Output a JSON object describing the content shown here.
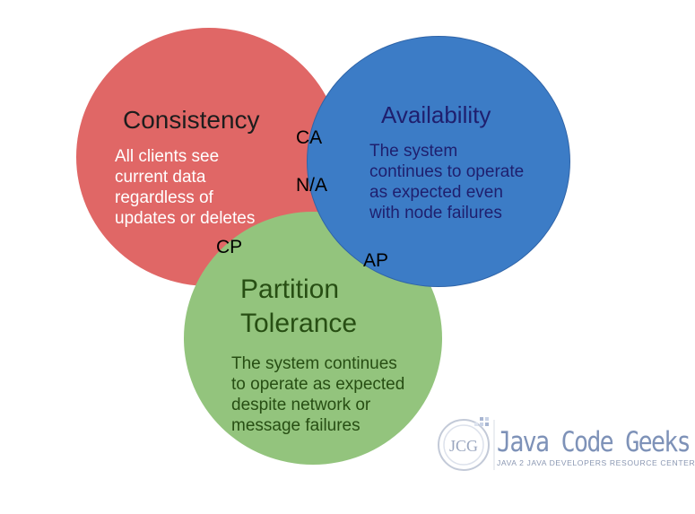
{
  "colors": {
    "consistency_fill": "#e06766",
    "availability_fill": "#3c7cc6",
    "partition_fill": "#93c47d",
    "consistency_text": "#1d1d1d",
    "availability_text": "#1f1f6e",
    "partition_text": "#274e13",
    "logo": "#7e92b8"
  },
  "circles": {
    "consistency": {
      "title": "Consistency",
      "lines": [
        "All clients see",
        "current data",
        "regardless of",
        "updates or deletes"
      ]
    },
    "availability": {
      "title": "Availability",
      "lines": [
        "The system",
        "continues to operate",
        "as expected even",
        "with node failures"
      ]
    },
    "partition": {
      "title_lines": [
        "Partition",
        "Tolerance"
      ],
      "lines": [
        "The system continues",
        "to operate as expected",
        "despite network or",
        "message failures"
      ]
    }
  },
  "overlaps": {
    "ca": "CA",
    "na": "N/A",
    "cp": "CP",
    "ap": "AP"
  },
  "logo": {
    "badge_text": "JCG",
    "wordmark": "Java Code Geeks",
    "tagline": "JAVA 2 JAVA DEVELOPERS RESOURCE CENTER"
  }
}
